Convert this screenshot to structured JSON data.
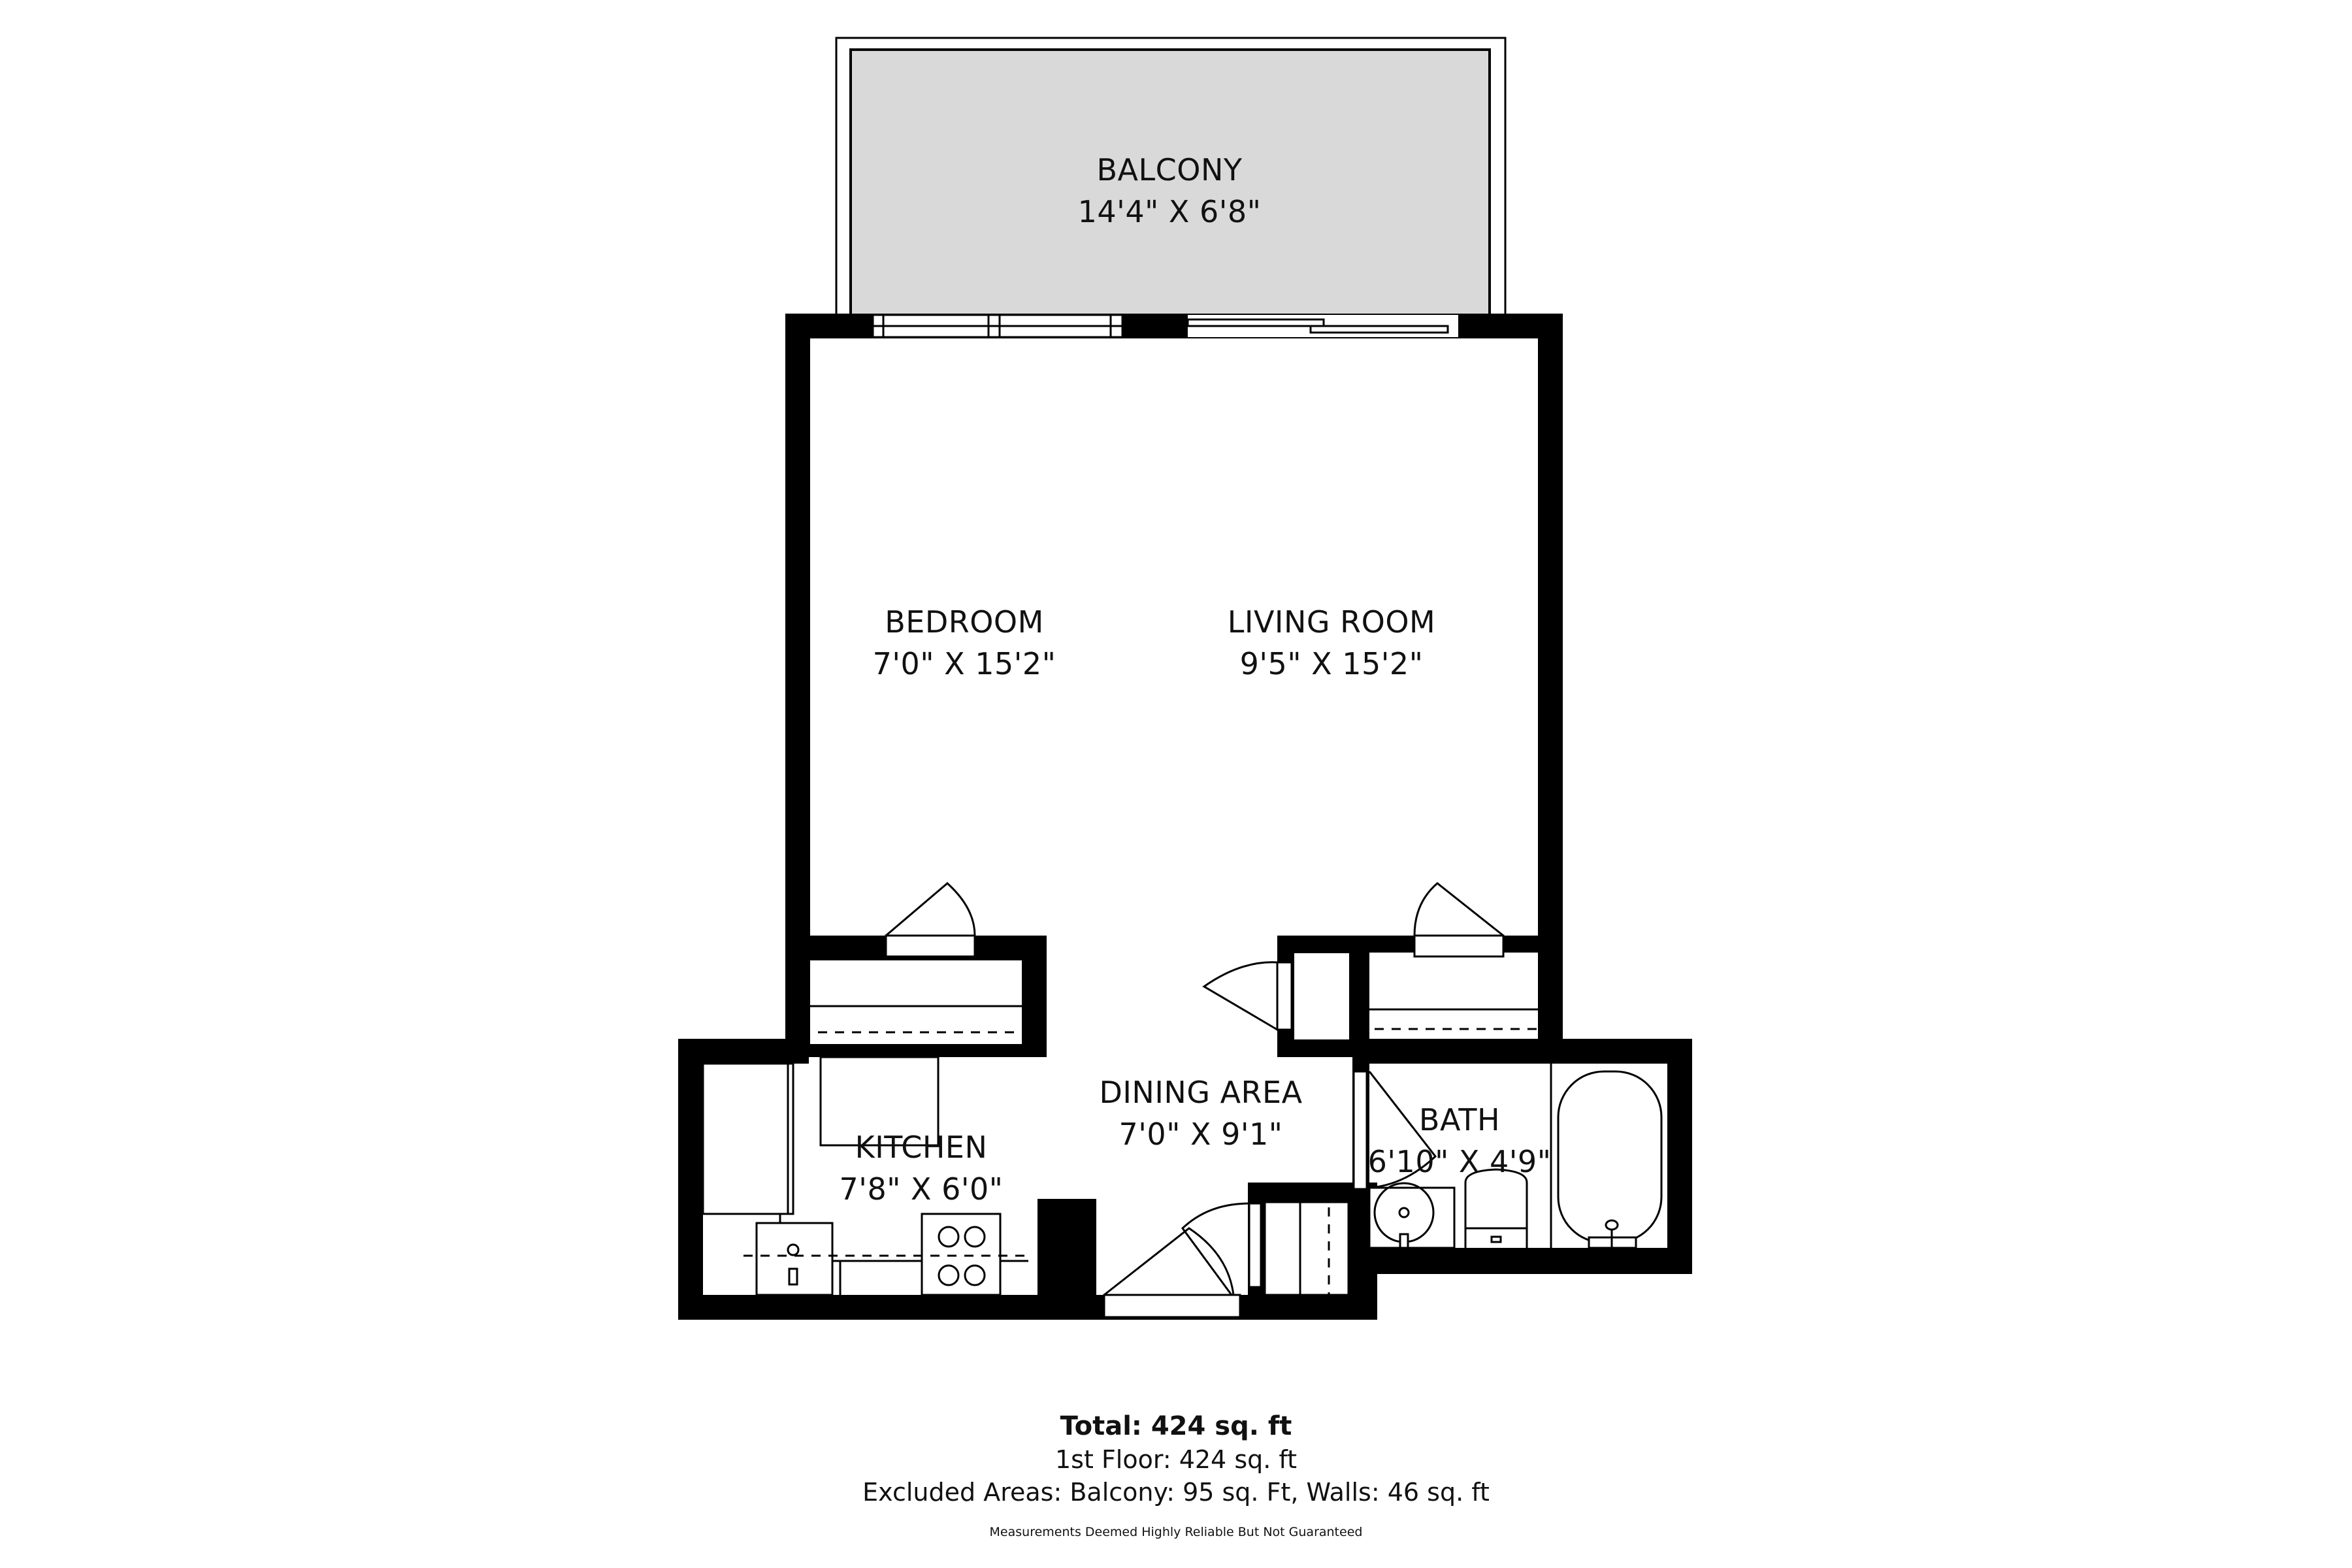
{
  "rooms": {
    "balcony": {
      "name": "BALCONY",
      "dims": "14'4\" X 6'8\""
    },
    "bedroom": {
      "name": "BEDROOM",
      "dims": "7'0\" X 15'2\""
    },
    "living_room": {
      "name": "LIVING ROOM",
      "dims": "9'5\" X 15'2\""
    },
    "dining_area": {
      "name": "DINING AREA",
      "dims": "7'0\" X 9'1\""
    },
    "kitchen": {
      "name": "KITCHEN",
      "dims": "7'8\" X 6'0\""
    },
    "bath": {
      "name": "BATH",
      "dims": "6'10\" X 4'9\""
    }
  },
  "summary": {
    "total": "Total: 424 sq. ft",
    "first_floor": "1st Floor: 424 sq. ft",
    "excluded": "Excluded Areas: Balcony: 95 sq. Ft, Walls: 46 sq. ft",
    "disclaimer": "Measurements Deemed Highly Reliable But Not Guaranteed"
  },
  "colors": {
    "wall": "#000000",
    "balcony_fill": "#d9d9d9",
    "background": "#ffffff"
  }
}
